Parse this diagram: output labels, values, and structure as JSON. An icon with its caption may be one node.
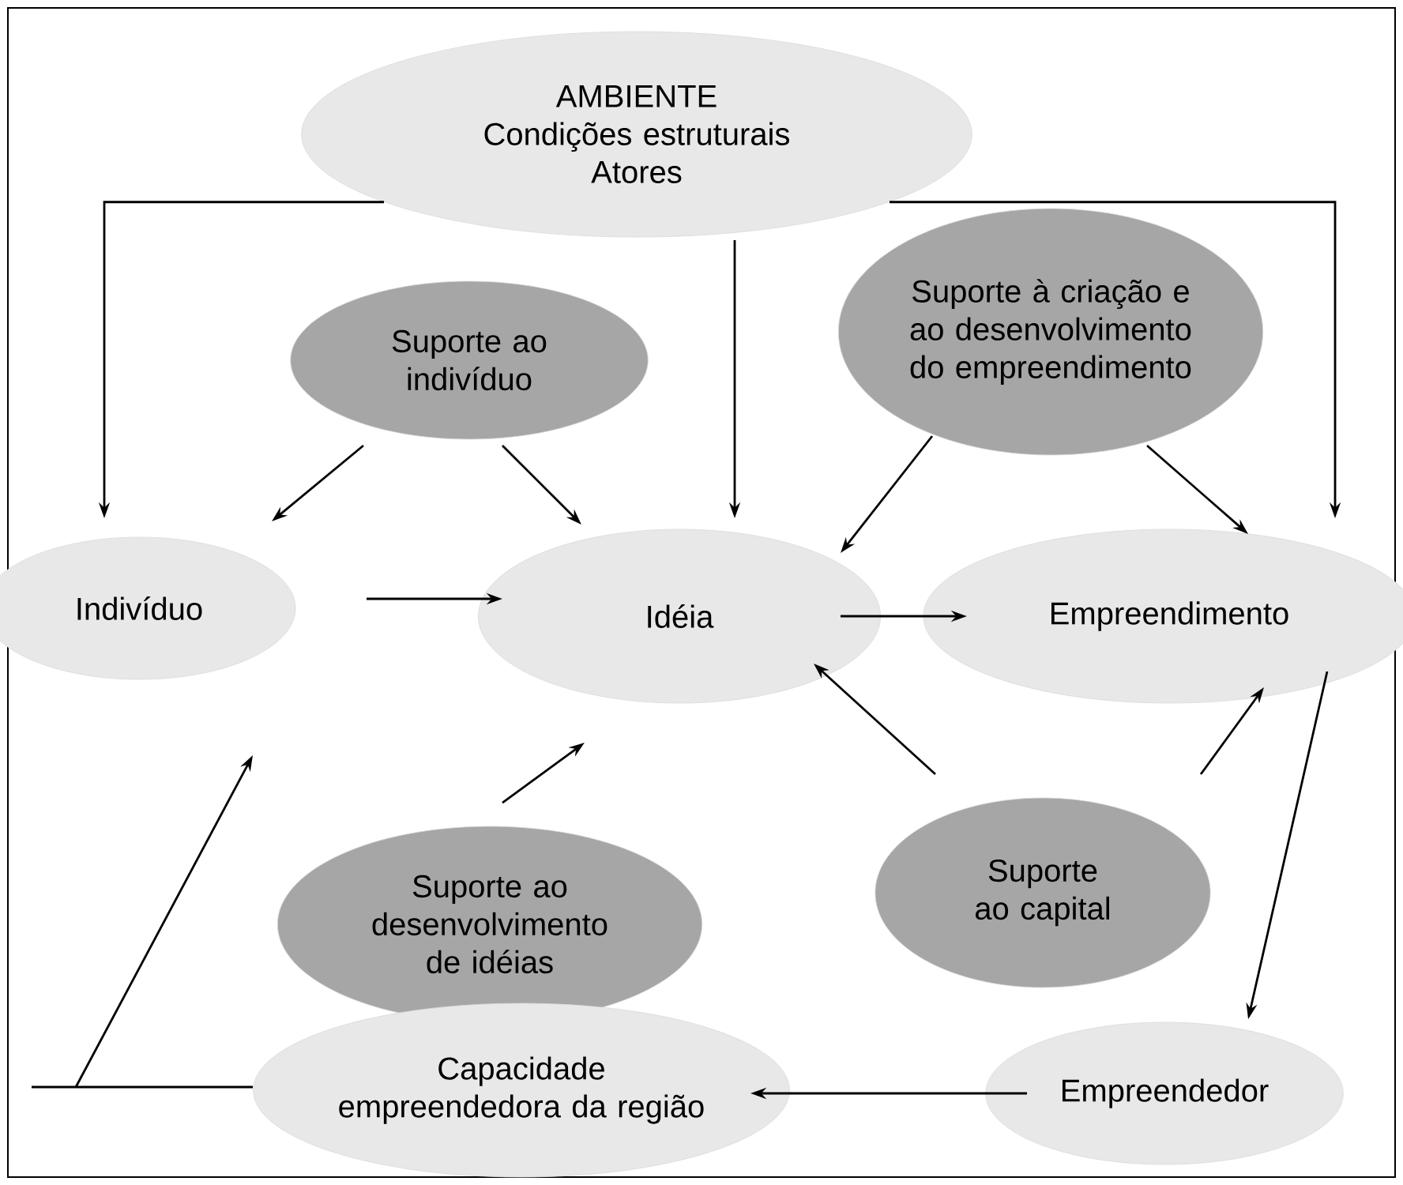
{
  "diagram": {
    "nodes": [
      {
        "text": [
          "AMBIENTE",
          "Condições estruturais",
          "Atores"
        ]
      },
      {
        "text": [
          "Suporte ao indivíduo"
        ]
      },
      {
        "text": [
          "Suporte à criação e ao desenvolvimento do empreendimento"
        ]
      },
      {
        "text": [
          "Indivíduo"
        ]
      },
      {
        "text": [
          "Idéia"
        ]
      },
      {
        "text": [
          "Empreendimento"
        ]
      },
      {
        "text": [
          "Suporte ao desenvolvimento de idéias"
        ]
      },
      {
        "text": [
          "Suporte ao capital"
        ]
      },
      {
        "text": [
          "Capacidade empreendedora da região"
        ]
      },
      {
        "text": [
          "Empreendedor"
        ]
      }
    ],
    "edges": [
      {
        "from": 0,
        "to": 3,
        "arrow": "to"
      },
      {
        "from": 0,
        "to": 4,
        "arrow": "to"
      },
      {
        "from": 0,
        "to": 5,
        "arrow": "to"
      },
      {
        "from": 1,
        "to": 3,
        "arrow": "to"
      },
      {
        "from": 1,
        "to": 4,
        "arrow": "to"
      },
      {
        "from": 2,
        "to": 4,
        "arrow": "to"
      },
      {
        "from": 2,
        "to": 5,
        "arrow": "to"
      },
      {
        "from": 3,
        "to": 4,
        "arrow": "to"
      },
      {
        "from": 4,
        "to": 5,
        "arrow": "to"
      },
      {
        "from": 6,
        "to": 4,
        "arrow": "to"
      },
      {
        "from": 7,
        "to": 4,
        "arrow": "to"
      },
      {
        "from": 7,
        "to": 5,
        "arrow": "to"
      },
      {
        "from": 5,
        "to": 9,
        "arrow": "to"
      },
      {
        "from": 9,
        "to": 8,
        "arrow": "to"
      },
      {
        "from": 8,
        "to": 3,
        "arrow": "to"
      }
    ]
  }
}
